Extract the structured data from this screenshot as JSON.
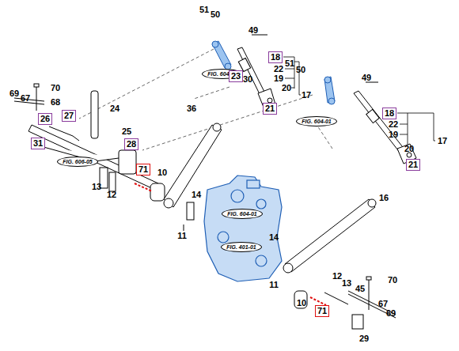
{
  "diagram": {
    "nodes": [
      {
        "text": [
          "18"
        ]
      },
      {
        "text": [
          "FIG. 604-01"
        ]
      },
      {
        "text": [
          "23"
        ]
      },
      {
        "text": [
          "21"
        ]
      },
      {
        "text": [
          "FIG. 604-01"
        ]
      },
      {
        "text": [
          "18"
        ]
      },
      {
        "text": [
          "26"
        ]
      },
      {
        "text": [
          "27"
        ]
      },
      {
        "text": [
          "31"
        ]
      },
      {
        "text": [
          "28"
        ]
      },
      {
        "text": [
          "FIG. 606-05"
        ]
      },
      {
        "text": [
          "21"
        ]
      },
      {
        "text": [
          "71"
        ]
      },
      {
        "text": [
          "FIG. 604-01"
        ]
      },
      {
        "text": [
          "FIG. 401-01"
        ]
      },
      {
        "text": [
          "71"
        ]
      }
    ],
    "labels": [
      "51",
      "50",
      "49",
      "22",
      "19",
      "20",
      "17",
      "30",
      "51",
      "50",
      "49",
      "22",
      "19",
      "20",
      "17",
      "70",
      "69",
      "67",
      "68",
      "24",
      "25",
      "36",
      "13",
      "12",
      "10",
      "14",
      "11",
      "16",
      "14",
      "11",
      "12",
      "13",
      "45",
      "70",
      "10",
      "67",
      "69",
      "29"
    ]
  }
}
